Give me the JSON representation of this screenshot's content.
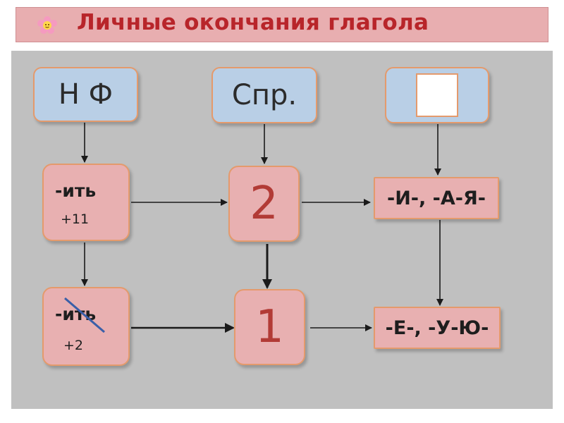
{
  "header": {
    "title": "Личные окончания глагола"
  },
  "top_row": {
    "nf_label": "Н Ф",
    "spr_label": "Спр."
  },
  "middle_row": {
    "suffix": "-ить",
    "count": "+11",
    "conjugation": "2",
    "endings": "-И-, -А-Я-"
  },
  "bottom_row": {
    "suffix": "-ить",
    "count": "+2",
    "conjugation": "1",
    "endings": "-Е-, -У-Ю-"
  },
  "colors": {
    "title_text": "#b8252a",
    "title_bg": "#e8aeb0",
    "panel_bg": "#c0c0c0",
    "blue_box": "#b9cfe6",
    "pink_box": "#e8b0b1",
    "box_border": "#e49a6c",
    "strike_line": "#3a5fa8"
  }
}
